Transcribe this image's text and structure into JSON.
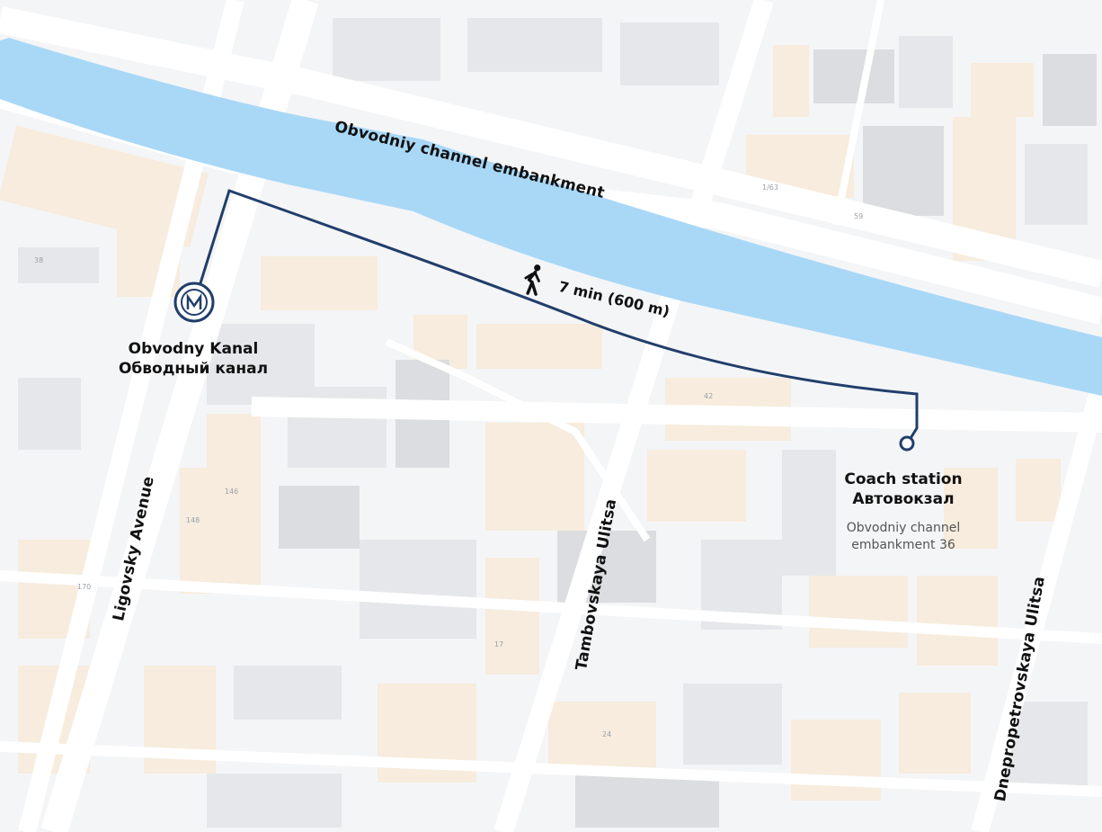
{
  "colors": {
    "water": "#a9d8f7",
    "route": "#213e6b",
    "road": "#ffffff",
    "ground": "#f4f5f7",
    "building": "#e6e7ea",
    "building_dark": "#dcdde0",
    "building_tan": "#f7ecdd"
  },
  "streets": {
    "embankment": "Obvodniy channel embankment",
    "ligovsky": "Ligovsky Avenue",
    "tambovskaya": "Tambovskaya Ulitsa",
    "dnepropetrovskaya": "Dnepropetrovskaya Ulitsa"
  },
  "metro": {
    "icon": "metro-logo-icon",
    "letter": "M",
    "name_en": "Obvodny Kanal",
    "name_ru": "Обводный канал"
  },
  "destination": {
    "icon": "destination-marker-icon",
    "name_en": "Coach station",
    "name_ru": "Автовокзал",
    "address_line1": "Obvodniy channel",
    "address_line2": "embankment 36"
  },
  "route": {
    "icon": "pedestrian-icon",
    "label": "7 min (600 m)"
  },
  "house_numbers": {
    "h38": "38",
    "h163": "1/63",
    "h59": "59",
    "h42": "42",
    "h146": "146",
    "h148": "148",
    "h170": "170",
    "h17": "17",
    "h24": "24"
  }
}
